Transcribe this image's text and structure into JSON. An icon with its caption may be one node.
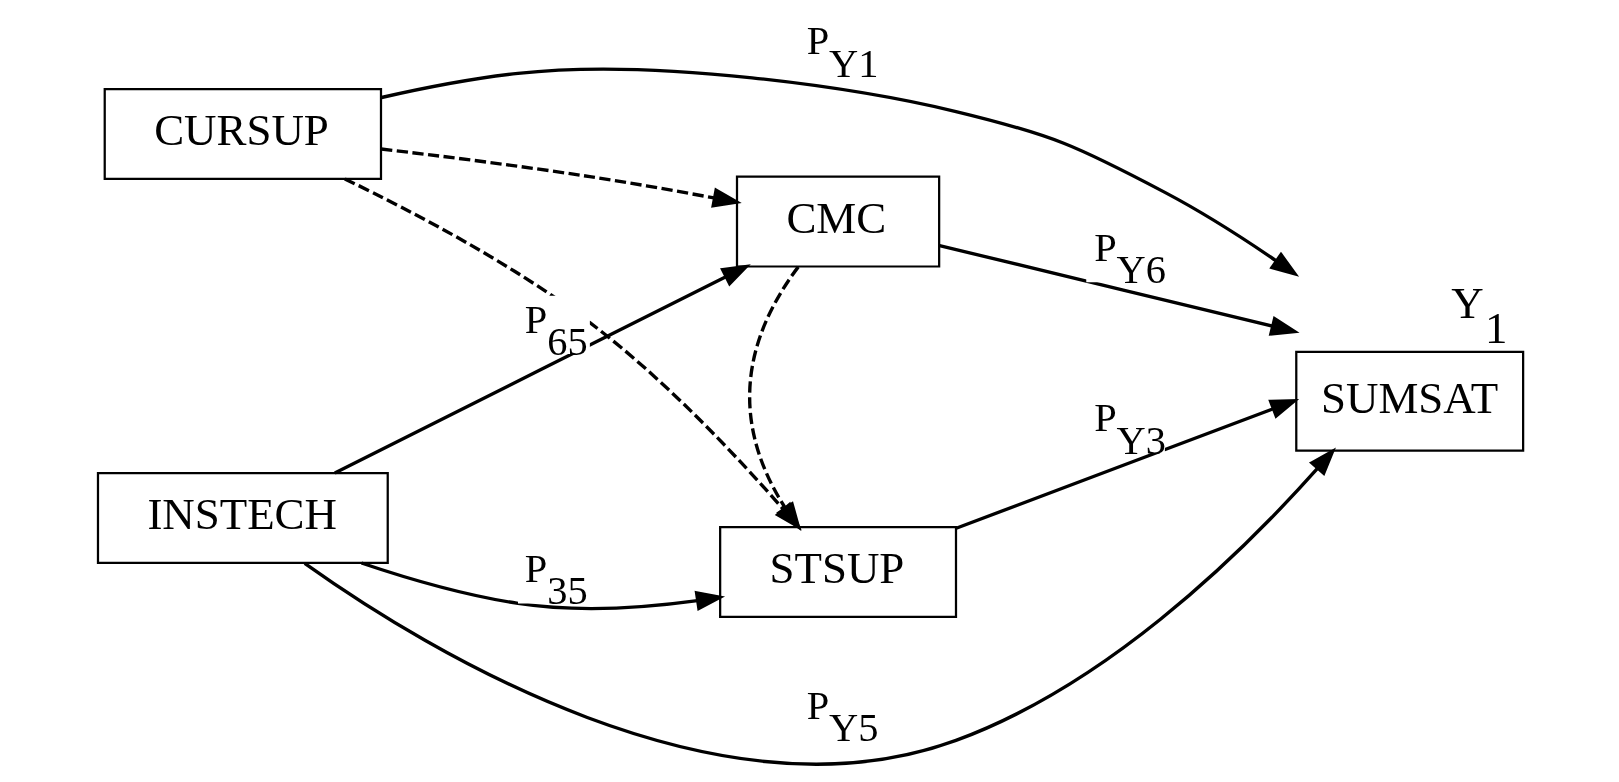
{
  "diagram": {
    "nodes": [
      {
        "text": [
          "CURSUP"
        ]
      },
      {
        "text": [
          "CMC"
        ]
      },
      {
        "text": [
          "INSTECH"
        ]
      },
      {
        "text": [
          "STSUP"
        ]
      },
      {
        "text": [
          "SUMSAT"
        ],
        "beside": [
          "Y$_{1}$"
        ]
      }
    ],
    "edges": [
      {
        "from": 0,
        "to": 4,
        "arrow": "to",
        "label": "P$_{Y1}$"
      },
      {
        "from": 0,
        "to": 1,
        "arrow": "to",
        "style": "dashed"
      },
      {
        "from": 0,
        "to": 3,
        "arrow": "to",
        "style": "dashed"
      },
      {
        "from": 1,
        "to": 4,
        "arrow": "to",
        "label": "P$_{Y6}$"
      },
      {
        "from": 2,
        "to": 1,
        "arrow": "to",
        "label": "P$_{65}$"
      },
      {
        "from": 1,
        "to": 3,
        "arrow": "to",
        "style": "dashed"
      },
      {
        "from": 2,
        "to": 4,
        "arrow": "to",
        "label": "P$_{Y5}$"
      },
      {
        "from": 2,
        "to": 3,
        "arrow": "to",
        "label": "P$_{35}$"
      },
      {
        "from": 3,
        "to": 4,
        "arrow": "to",
        "label": "P$_{Y3}$"
      }
    ]
  }
}
